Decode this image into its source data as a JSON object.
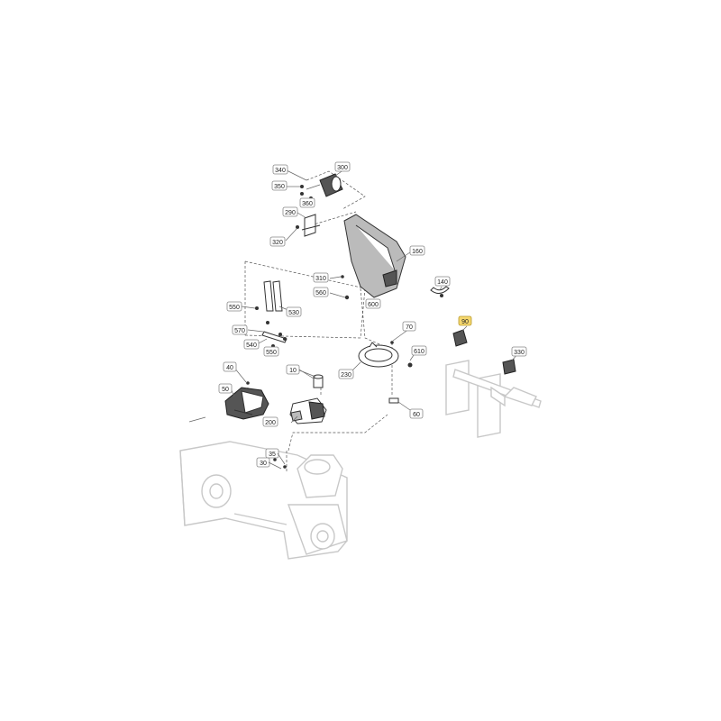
{
  "callouts": [
    {
      "id": "c340",
      "label": "340"
    },
    {
      "id": "c300",
      "label": "300"
    },
    {
      "id": "c350",
      "label": "350"
    },
    {
      "id": "c360",
      "label": "360"
    },
    {
      "id": "c290",
      "label": "290"
    },
    {
      "id": "c320",
      "label": "320"
    },
    {
      "id": "c160",
      "label": "160"
    },
    {
      "id": "c310",
      "label": "310"
    },
    {
      "id": "c140",
      "label": "140"
    },
    {
      "id": "c560",
      "label": "560"
    },
    {
      "id": "c600",
      "label": "600"
    },
    {
      "id": "c550a",
      "label": "550"
    },
    {
      "id": "c530",
      "label": "530"
    },
    {
      "id": "c90",
      "label": "90",
      "highlighted": true
    },
    {
      "id": "c70",
      "label": "70"
    },
    {
      "id": "c570",
      "label": "570"
    },
    {
      "id": "c610",
      "label": "610"
    },
    {
      "id": "c330",
      "label": "330"
    },
    {
      "id": "c540",
      "label": "540"
    },
    {
      "id": "c550b",
      "label": "550"
    },
    {
      "id": "c230",
      "label": "230"
    },
    {
      "id": "c40",
      "label": "40"
    },
    {
      "id": "c10",
      "label": "10"
    },
    {
      "id": "c50",
      "label": "50"
    },
    {
      "id": "c60",
      "label": "60"
    },
    {
      "id": "c200",
      "label": "200"
    },
    {
      "id": "c35",
      "label": "35"
    },
    {
      "id": "c30",
      "label": "30"
    }
  ],
  "colors": {
    "highlight": "#f5d76e",
    "line": "#333333",
    "ghost": "#c8c8c8"
  }
}
